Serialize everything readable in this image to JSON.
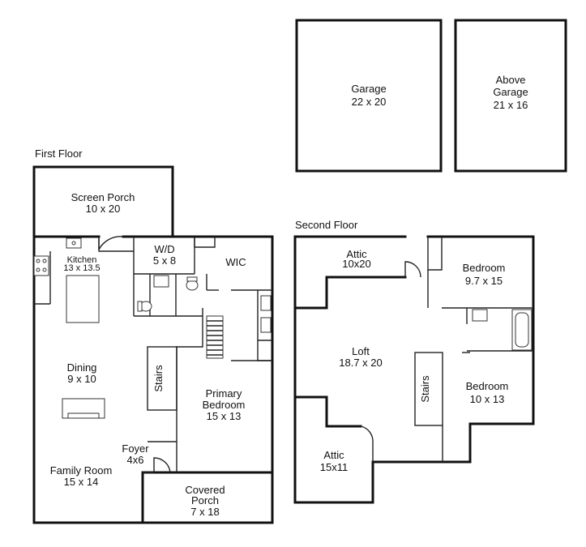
{
  "floors": {
    "first": "First Floor",
    "second": "Second Floor"
  },
  "rooms": {
    "garage": {
      "name": "Garage",
      "size": "22 x 20"
    },
    "above_garage": {
      "name1": "Above",
      "name2": "Garage",
      "size": "21 x 16"
    },
    "screen_porch": {
      "name": "Screen Porch",
      "size": "10 x 20"
    },
    "kitchen": {
      "name": "Kitchen",
      "size": "13 x 13.5"
    },
    "wd": {
      "name": "W/D",
      "size": "5 x 8"
    },
    "wic": {
      "name": "WIC"
    },
    "dining": {
      "name": "Dining",
      "size": "9 x 10"
    },
    "stairs_1": {
      "name": "Stairs"
    },
    "primary": {
      "name1": "Primary",
      "name2": "Bedroom",
      "size": "15 x 13"
    },
    "foyer": {
      "name": "Foyer",
      "size": "4x6"
    },
    "family": {
      "name": "Family Room",
      "size": "15 x 14"
    },
    "covered_porch": {
      "name1": "Covered",
      "name2": "Porch",
      "size": "7 x 18"
    },
    "attic_top": {
      "name": "Attic",
      "size": "10x20"
    },
    "bedroom_a": {
      "name": "Bedroom",
      "size": "9.7 x 15"
    },
    "loft": {
      "name": "Loft",
      "size": "18.7 x 20"
    },
    "stairs_2": {
      "name": "Stairs"
    },
    "bedroom_b": {
      "name": "Bedroom",
      "size": "10 x 13"
    },
    "attic_bottom": {
      "name": "Attic",
      "size": "15x11"
    }
  }
}
